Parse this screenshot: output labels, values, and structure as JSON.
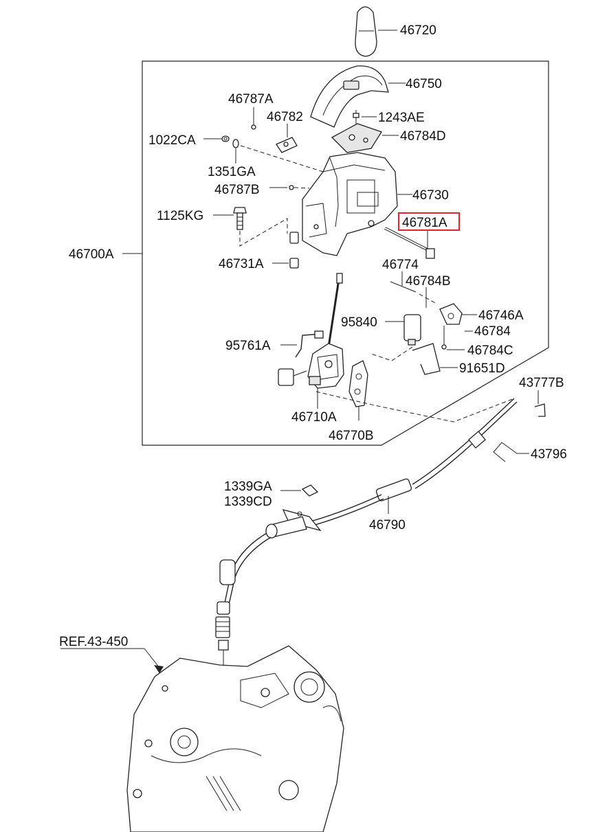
{
  "labels": {
    "p46720": "46720",
    "p46750": "46750",
    "p46787A": "46787A",
    "p46782": "46782",
    "p1243AE": "1243AE",
    "p46784D": "46784D",
    "p1022CA": "1022CA",
    "p1351GA": "1351GA",
    "p46787B": "46787B",
    "p46730": "46730",
    "p1125KG": "1125KG",
    "p46781A": "46781A",
    "p46700A": "46700A",
    "p46731A": "46731A",
    "p46774": "46774",
    "p46784B": "46784B",
    "p95840": "95840",
    "p46746A": "46746A",
    "p46784": "46784",
    "p95761A": "95761A",
    "p46784C": "46784C",
    "p91651D": "91651D",
    "p46710A": "46710A",
    "p46770B": "46770B",
    "p43777B": "43777B",
    "p43796": "43796",
    "p1339GA": "1339GA",
    "p1339CD": "1339CD",
    "p46790": "46790",
    "ref": "REF.43-450"
  },
  "highlight": {
    "part": "46781A",
    "color": "#e0262b"
  }
}
